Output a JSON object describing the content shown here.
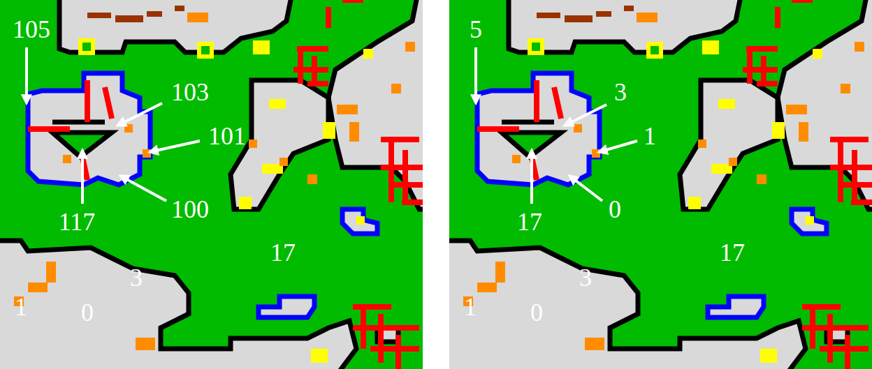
{
  "diagram": {
    "labels": [
      "105",
      "103",
      "101",
      "117",
      "100",
      "17",
      "3",
      "1",
      "0",
      "5",
      "3",
      "1",
      "17",
      "0",
      "17",
      "3",
      "1",
      "0"
    ]
  }
}
